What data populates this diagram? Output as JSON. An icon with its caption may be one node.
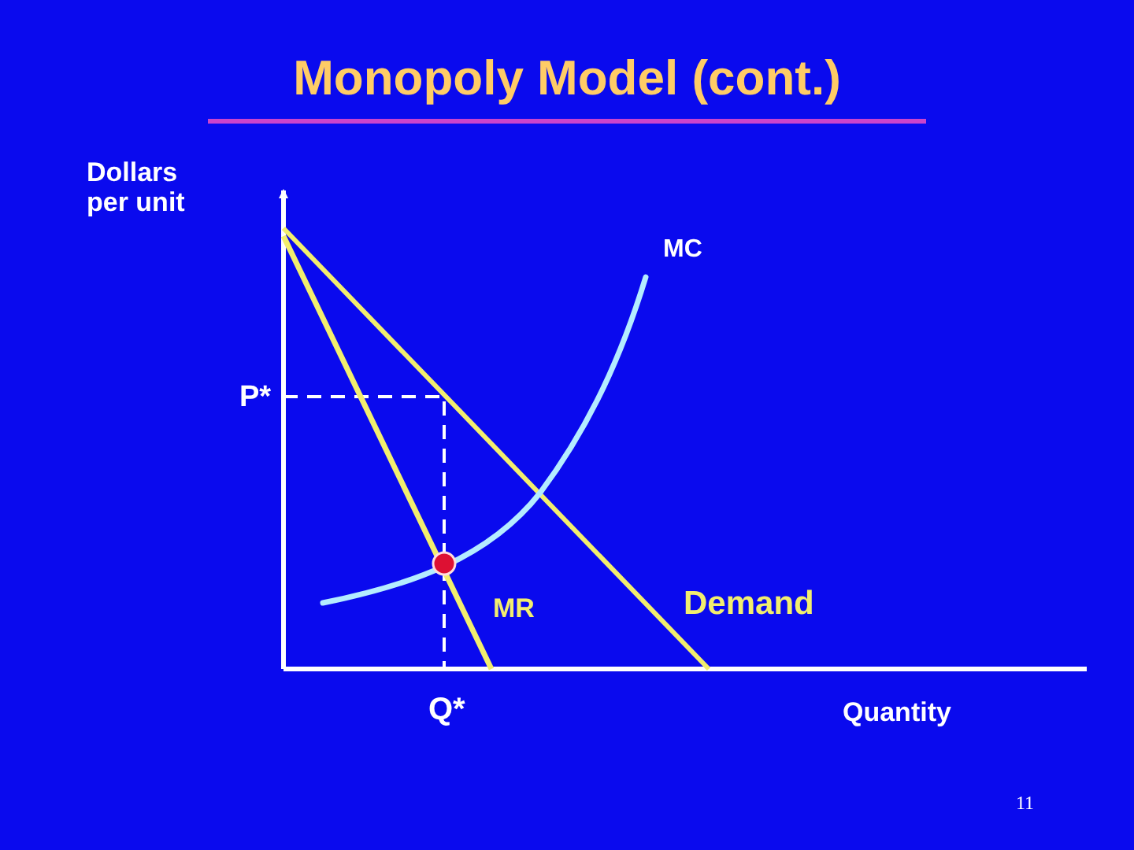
{
  "diagram": {
    "title": "Monopoly Model (cont.)",
    "labels": [
      "Dollars per unit",
      "MC",
      "P*",
      "MR",
      "Demand",
      "Q*",
      "Quantity",
      "11"
    ]
  }
}
